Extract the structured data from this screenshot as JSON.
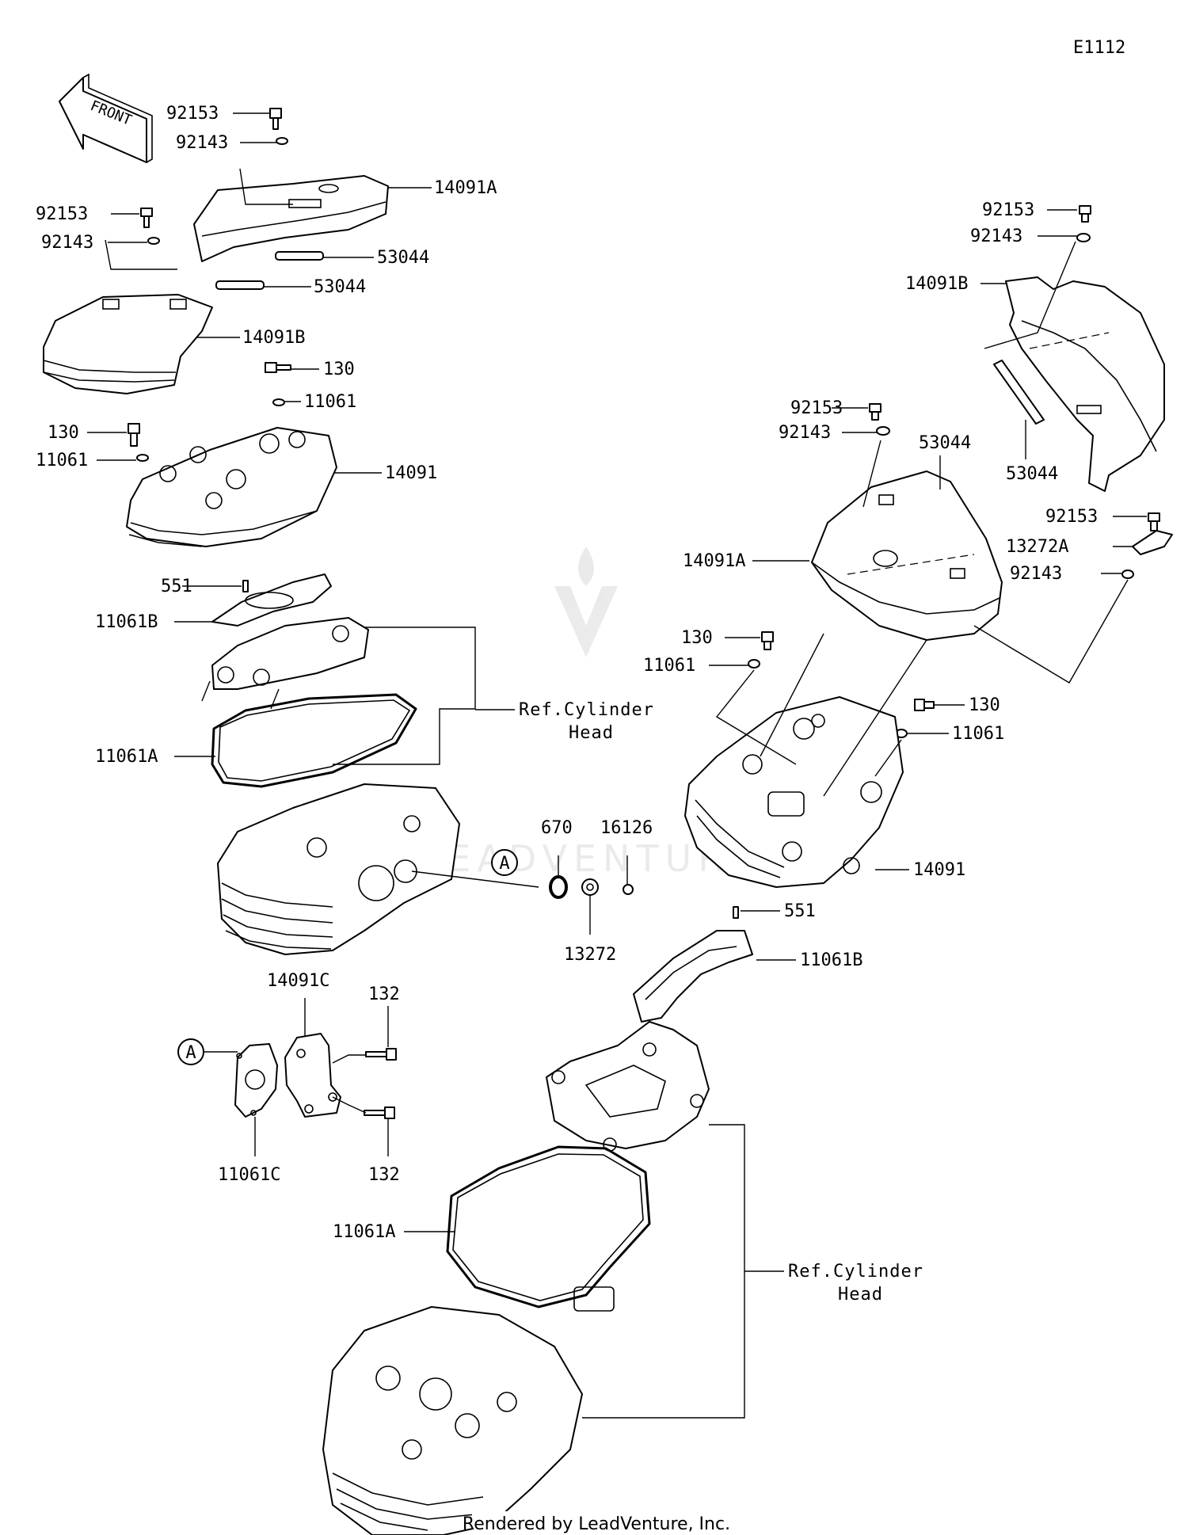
{
  "diagram_code": "E1112",
  "front_arrow_text": "FRONT",
  "footer": "Rendered by LeadVenture, Inc.",
  "watermark": "LEADVENTURE",
  "callout_marker": "A",
  "labels": {
    "l_92153_a": "92153",
    "l_92143_a": "92143",
    "l_14091A_a": "14091A",
    "l_53044_a": "53044",
    "l_92153_b": "92153",
    "l_92143_b": "92143",
    "l_53044_b": "53044",
    "l_14091B_a": "14091B",
    "l_130_a": "130",
    "l_11061_a": "11061",
    "l_130_b": "130",
    "l_11061_b": "11061",
    "l_14091_a": "14091",
    "l_551_a": "551",
    "l_11061B_a": "11061B",
    "l_ref_a1": "Ref.Cylinder",
    "l_ref_a2": "Head",
    "l_11061A_a": "11061A",
    "l_670": "670",
    "l_16126": "16126",
    "l_13272": "13272",
    "l_14091C": "14091C",
    "l_132_a": "132",
    "l_132_b": "132",
    "l_11061C": "11061C",
    "l_92153_c": "92153",
    "l_92143_c": "92143",
    "l_14091B_b": "14091B",
    "l_53044_c": "53044",
    "l_92153_d": "92153",
    "l_92143_d": "92143",
    "l_53044_d": "53044",
    "l_14091A_b": "14091A",
    "l_92153_e": "92153",
    "l_13272A": "13272A",
    "l_92143_e": "92143",
    "l_130_c": "130",
    "l_11061_c": "11061",
    "l_130_d": "130",
    "l_11061_d": "11061",
    "l_14091_b": "14091",
    "l_551_b": "551",
    "l_11061B_b": "11061B",
    "l_11061A_b": "11061A",
    "l_ref_b1": "Ref.Cylinder",
    "l_ref_b2": "Head"
  }
}
